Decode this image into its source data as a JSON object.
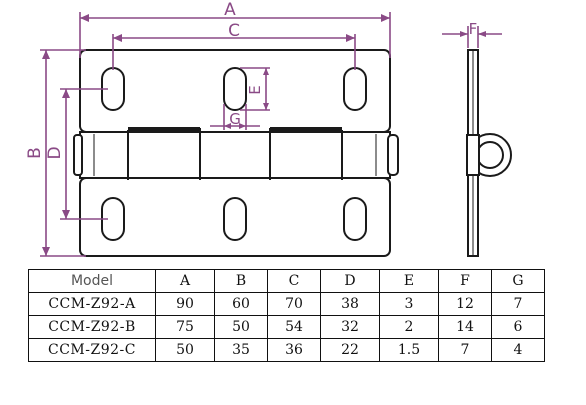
{
  "drawing": {
    "front_view": {
      "dimension_letters": {
        "A": "A",
        "B": "B",
        "C": "C",
        "D": "D",
        "E": "E",
        "G": "G"
      }
    },
    "side_view": {
      "dimension_letters": {
        "F": "F"
      }
    },
    "colors": {
      "dimension": "#8a4a86",
      "outline": "#1a1a1a"
    }
  },
  "spec_table": {
    "headers": [
      "Model",
      "A",
      "B",
      "C",
      "D",
      "E",
      "F",
      "G"
    ],
    "rows": [
      [
        "CCM-Z92-A",
        "90",
        "60",
        "70",
        "38",
        "3",
        "12",
        "7"
      ],
      [
        "CCM-Z92-B",
        "75",
        "50",
        "54",
        "32",
        "2",
        "14",
        "6"
      ],
      [
        "CCM-Z92-C",
        "50",
        "35",
        "36",
        "22",
        "1.5",
        "7",
        "4"
      ]
    ]
  }
}
